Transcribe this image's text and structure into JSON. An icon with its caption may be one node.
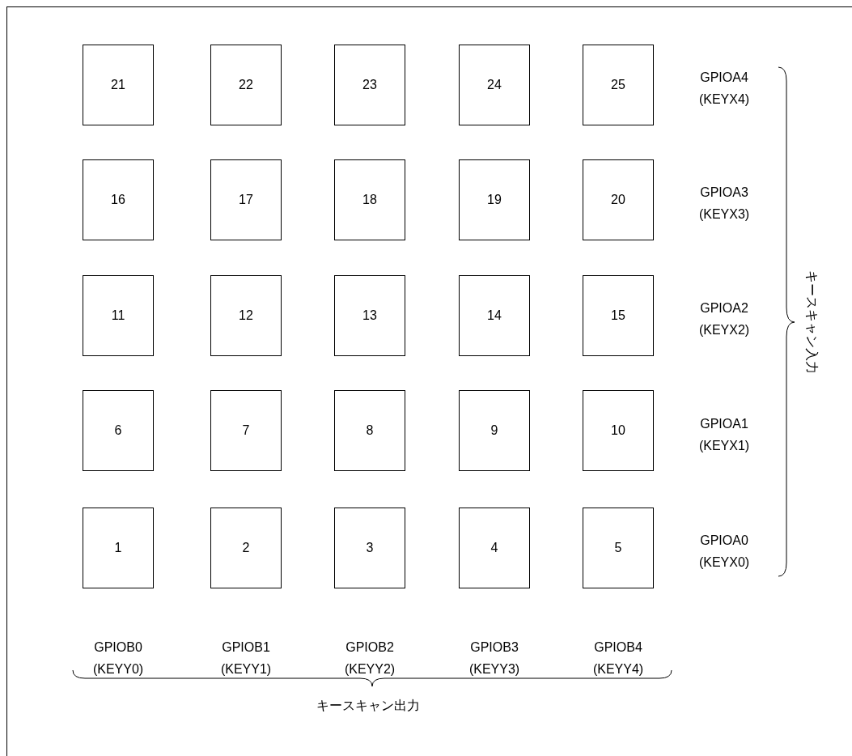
{
  "diagram": {
    "nodes": [
      {
        "text": [
          "21"
        ]
      },
      {
        "text": [
          "22"
        ]
      },
      {
        "text": [
          "23"
        ]
      },
      {
        "text": [
          "24"
        ]
      },
      {
        "text": [
          "25"
        ]
      },
      {
        "text": [
          "16"
        ]
      },
      {
        "text": [
          "17"
        ]
      },
      {
        "text": [
          "18"
        ]
      },
      {
        "text": [
          "19"
        ]
      },
      {
        "text": [
          "20"
        ]
      },
      {
        "text": [
          "11"
        ]
      },
      {
        "text": [
          "12"
        ]
      },
      {
        "text": [
          "13"
        ]
      },
      {
        "text": [
          "14"
        ]
      },
      {
        "text": [
          "15"
        ]
      },
      {
        "text": [
          "6"
        ]
      },
      {
        "text": [
          "7"
        ]
      },
      {
        "text": [
          "8"
        ]
      },
      {
        "text": [
          "9"
        ]
      },
      {
        "text": [
          "10"
        ]
      },
      {
        "text": [
          "1"
        ]
      },
      {
        "text": [
          "2"
        ]
      },
      {
        "text": [
          "3"
        ]
      },
      {
        "text": [
          "4"
        ]
      },
      {
        "text": [
          "5"
        ]
      }
    ],
    "labels": [
      "GPIOA4 (KEYX4)",
      "GPIOA3 (KEYX3)",
      "GPIOA2 (KEYX2)",
      "キースキャン入力",
      "GPIOA1 (KEYX1)",
      "GPIOA0 (KEYX0)",
      "GPIOB0 (KEYY0)",
      "GPIOB1 (KEYY1)",
      "GPIOB2 (KEYY2)",
      "GPIOB3 (KEYY3)",
      "GPIOB4 (KEYY4)",
      "キースキャン出力"
    ]
  }
}
